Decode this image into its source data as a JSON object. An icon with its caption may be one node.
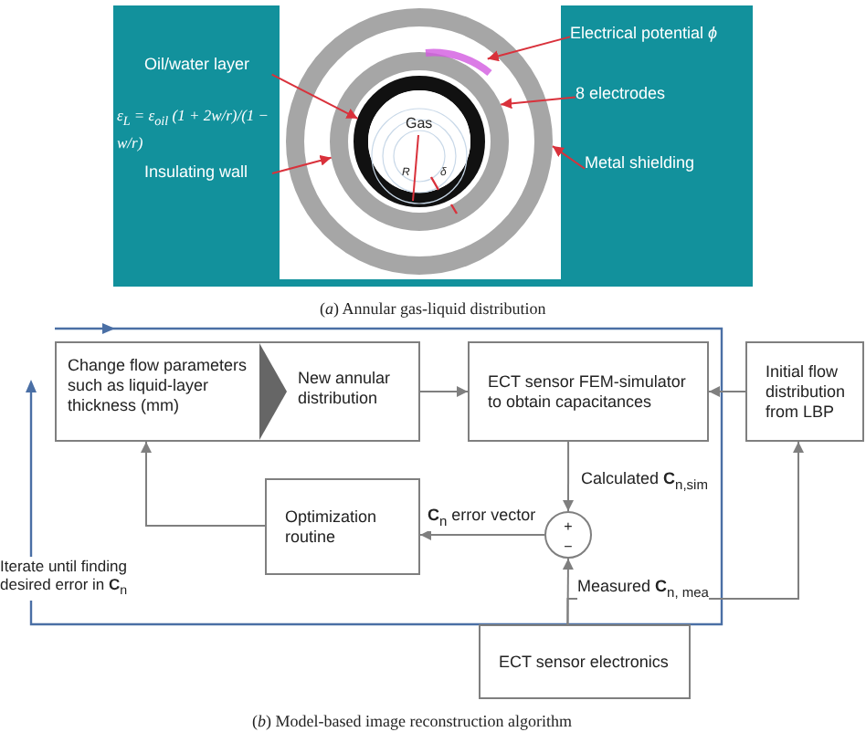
{
  "diagram": {
    "nodes": [
      {
        "text": [
          "Oil/water layer"
        ]
      },
      {
        "text": [
          "Insulating wall"
        ]
      },
      {
        "text": [
          "Electrical potential *ϕ*"
        ]
      },
      {
        "text": [
          "8 electrodes"
        ]
      },
      {
        "text": [
          "Metal shielding"
        ]
      },
      {
        "text": [
          "Change flow parameters such as liquid-layer thickness (mm)",
          "New annular distribution"
        ]
      },
      {
        "text": [
          "ECT sensor FEM-simulator to obtain capacitances"
        ]
      },
      {
        "text": [
          "Initial flow distribution from LBP"
        ]
      },
      {
        "text": [
          "Optimization routine"
        ]
      },
      {
        "text": [
          "+",
          "−"
        ]
      },
      {
        "text": [
          "ECT sensor electronics"
        ]
      },
      {
        "text": [],
        "shape": "circle"
      },
      {
        "text": [],
        "shape": "circle",
        "in": 11
      },
      {
        "text": [],
        "shape": "circle",
        "in": 12
      },
      {
        "text": [],
        "shape": "arc",
        "in": 11
      }
    ],
    "edges": [
      {
        "from": 0,
        "to": 13,
        "arrow": "to",
        "color": "#d9313b"
      },
      {
        "from": 1,
        "to": 12,
        "arrow": "to",
        "color": "#d9313b"
      },
      {
        "from": 2,
        "to": 14,
        "arrow": "to",
        "color": "#d9313b"
      },
      {
        "from": 3,
        "to": 12,
        "arrow": "to",
        "color": "#d9313b"
      },
      {
        "from": 4,
        "to": 11,
        "arrow": "to",
        "color": "#d9313b"
      },
      {
        "from": 5,
        "to": 6,
        "arrow": "to"
      },
      {
        "from": 7,
        "to": 6,
        "arrow": "to"
      },
      {
        "from": 6,
        "to": 9,
        "arrow": "to",
        "label": "Calculated **C**$_{n,sim}$"
      },
      {
        "from": 9,
        "to": 8,
        "arrow": "to",
        "label": "**C**$_{n}$ error vector"
      },
      {
        "from": 8,
        "to": 5,
        "arrow": "to"
      },
      {
        "from": 10,
        "to": 9,
        "arrow": "to",
        "label": "Measured **C**$_{n, mea}$"
      },
      {
        "from": 10,
        "to": 7,
        "arrow": "to"
      }
    ],
    "labels": [
      "ε$_{L}$ = ε$_{oil}$ (1 + 2w/r)/(1 − w/r)",
      "Gas",
      "*R*",
      "*δ*",
      "(*a*) Annular gas-liquid distribution",
      "Iterate until finding desired error in **C**$_{n}$",
      "(*b*) Model-based image reconstruction algorithm"
    ]
  }
}
